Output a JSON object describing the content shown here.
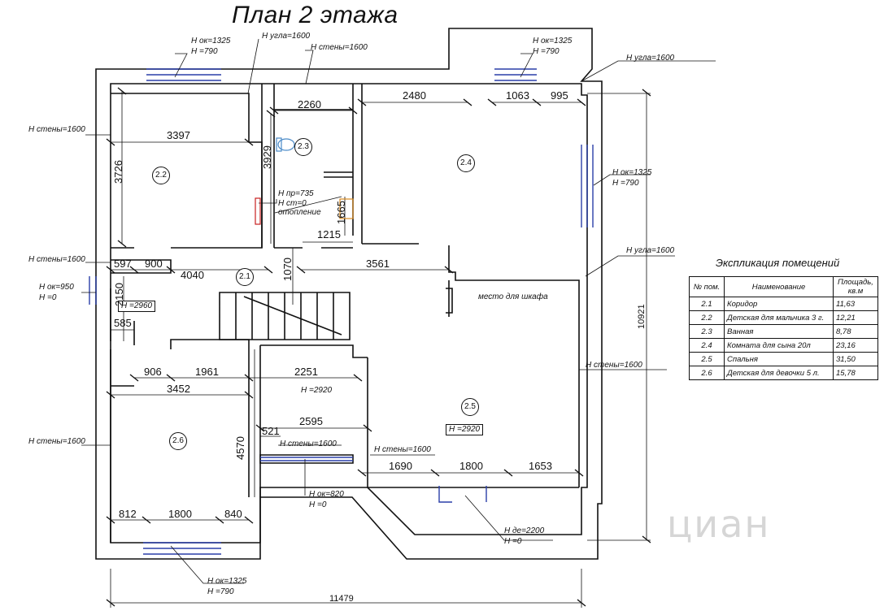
{
  "title": "План 2 этажа",
  "watermark": "циан",
  "explication": {
    "title": "Экспликация помещений",
    "headers": [
      "№ пом.",
      "Наименование",
      "Площадь, кв.м"
    ],
    "rows": [
      {
        "num": "2.1",
        "name": "Коридор",
        "area": "11,63"
      },
      {
        "num": "2.2",
        "name": "Детская для мальчика 3 г.",
        "area": "12,21"
      },
      {
        "num": "2.3",
        "name": "Ванная",
        "area": "8,78"
      },
      {
        "num": "2.4",
        "name": "Комната для сына 20л",
        "area": "23,16"
      },
      {
        "num": "2.5",
        "name": "Спальня",
        "area": "31,50"
      },
      {
        "num": "2.6",
        "name": "Детская для девочки 5 л.",
        "area": "15,78"
      }
    ]
  },
  "rooms": [
    "2.2",
    "2.3",
    "2.4",
    "2.1",
    "2.5",
    "2.6"
  ],
  "heights": {
    "h2960": "H =2960",
    "h2920a": "H =2920",
    "h2920b": "H =2920"
  },
  "annotations": {
    "ok1325_top_a": "H ок=1325",
    "h790_top_a": "H =790",
    "ugla1600_top": "H угла=1600",
    "steny1600_top": "H стены=1600",
    "ok1325_top_b": "H ок=1325",
    "h790_top_b": "H =790",
    "ugla1600_right": "H угла=1600",
    "steny1600_left1": "H стены=1600",
    "ok1325_right": "H ок=1325",
    "h790_right": "H =790",
    "pr735": "H пр=735",
    "st0": "H ст=0",
    "otoplenie": "отопление",
    "steny1600_left2": "H стены=1600",
    "ugla1600_right2": "H угла=1600",
    "ok950": "H ок=950",
    "h0_left": "H =0",
    "wardrobe": "место для шкафа",
    "steny1600_right": "H стены=1600",
    "steny1600_left3": "H стены=1600",
    "steny1600_mid1": "H стены=1600",
    "steny1600_mid2": "H стены=1600",
    "ok820": "H ок=820",
    "h0_ok820": "H =0",
    "de2200": "H де=2200",
    "h0_de": "H =0",
    "ok1325_bottom": "H ок=1325",
    "h790_bottom": "H =790"
  },
  "dimensions": {
    "d2260": "2260",
    "d2480": "2480",
    "d1063": "1063",
    "d995": "995",
    "d3397": "3397",
    "d3726": "3726",
    "d3929": "3929",
    "d1665": "1665",
    "d1215": "1215",
    "d597": "597",
    "d900": "900",
    "d4040": "4040",
    "d1070": "1070",
    "d3561": "3561",
    "d2150": "2150",
    "d585": "585",
    "d906": "906",
    "d1961": "1961",
    "d2251": "2251",
    "d3452": "3452",
    "d2595": "2595",
    "d521": "521",
    "d4570": "4570",
    "d1690": "1690",
    "d1800a": "1800",
    "d1653": "1653",
    "d812": "812",
    "d1800b": "1800",
    "d840": "840",
    "d11479": "11479",
    "d10921": "10921"
  }
}
